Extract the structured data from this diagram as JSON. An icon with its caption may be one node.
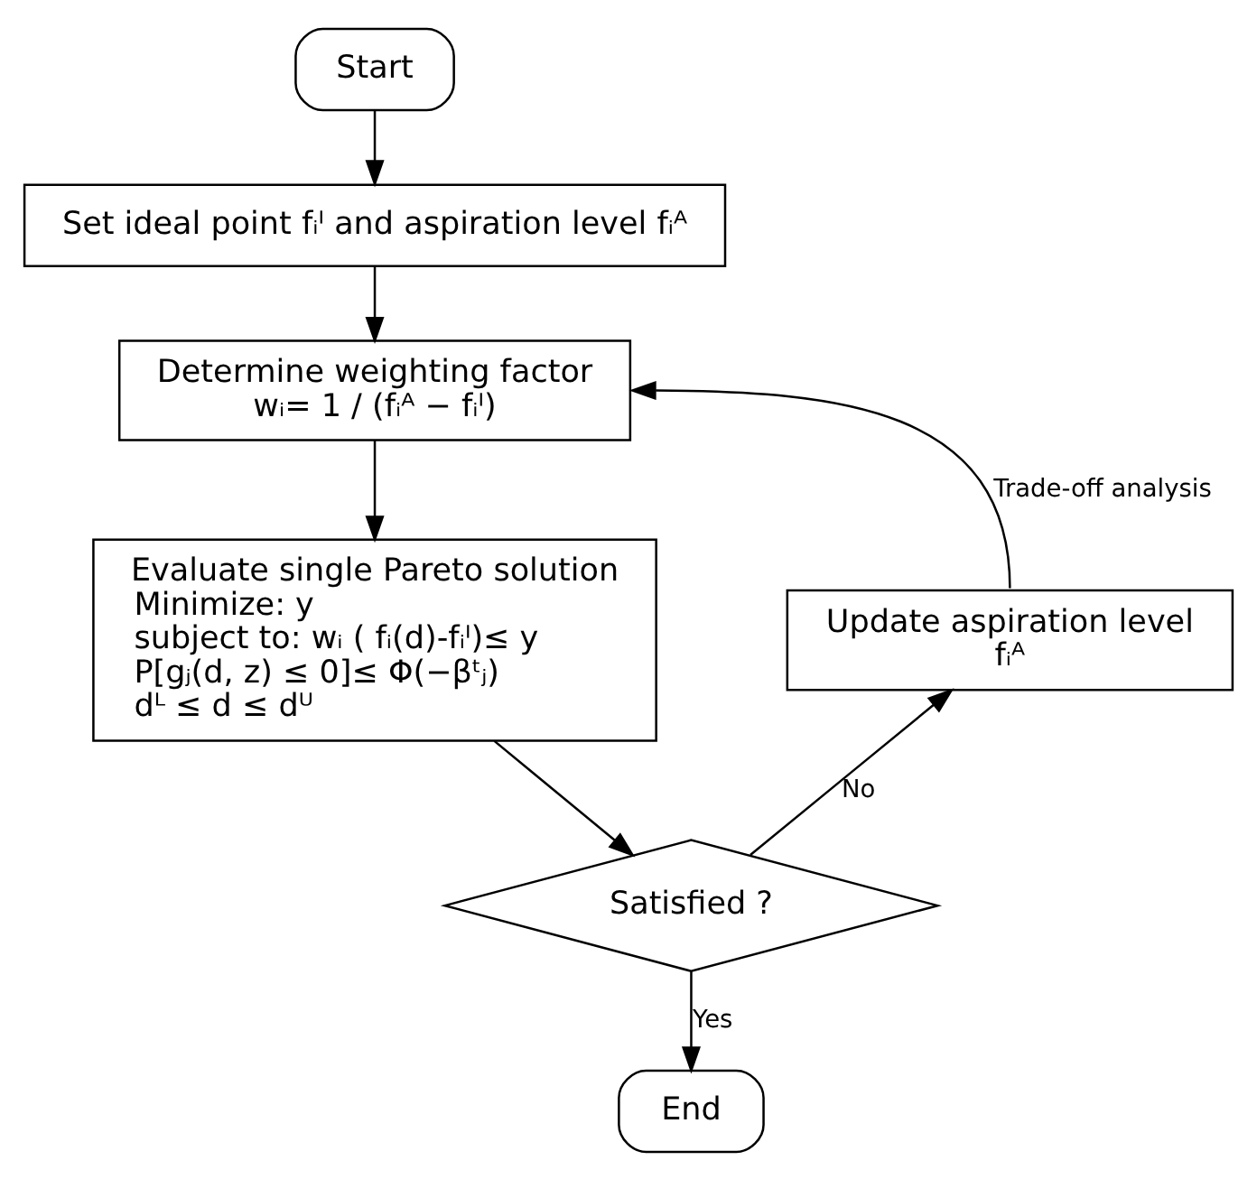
{
  "diagram": {
    "nodes": [
      {
        "text": [
          "Start"
        ]
      },
      {
        "text": [
          "Set ideal point fᵢᴵ and aspiration level fᵢᴬ"
        ]
      },
      {
        "text": [
          "Determine weighting factor",
          "wᵢ= 1 / (fᵢᴬ − fᵢᴵ)"
        ]
      },
      {
        "text": [
          "Evaluate single Pareto solution",
          "Minimize: y",
          "subject to: wᵢ ( fᵢ(d)-fᵢᴵ)≤ y",
          "P[gⱼ(d, z) ≤ 0]≤ Φ(−βᵗⱼ)",
          "dᴸ ≤ d ≤ dᵁ"
        ]
      },
      {
        "text": [
          "Satisfied ?"
        ]
      },
      {
        "text": [
          "End"
        ]
      },
      {
        "text": [
          "Update aspiration level",
          "fᵢᴬ"
        ]
      }
    ],
    "edges": [
      {
        "from": 0,
        "to": 1,
        "arrow": "to"
      },
      {
        "from": 1,
        "to": 2,
        "arrow": "to"
      },
      {
        "from": 2,
        "to": 3,
        "arrow": "to"
      },
      {
        "from": 3,
        "to": 4,
        "arrow": "to"
      },
      {
        "from": 4,
        "to": 5,
        "arrow": "to",
        "label": "Yes"
      },
      {
        "from": 4,
        "to": 6,
        "arrow": "to",
        "label": "No"
      },
      {
        "from": 6,
        "to": 2,
        "arrow": "to",
        "label": "Trade-off analysis"
      }
    ]
  }
}
